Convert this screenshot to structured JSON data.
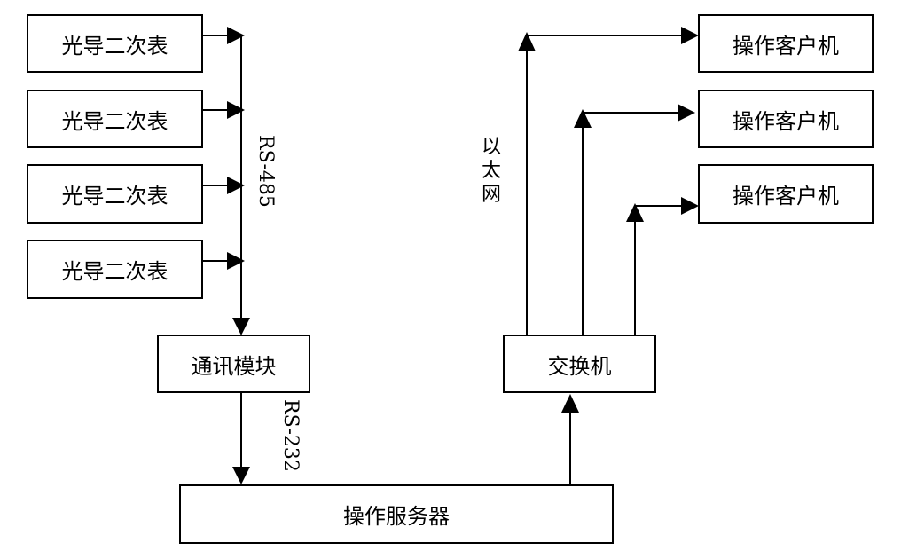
{
  "sensors": [
    {
      "label": "光导二次表"
    },
    {
      "label": "光导二次表"
    },
    {
      "label": "光导二次表"
    },
    {
      "label": "光导二次表"
    }
  ],
  "comm_module": {
    "label": "通讯模块"
  },
  "server": {
    "label": "操作服务器"
  },
  "switch": {
    "label": "交换机"
  },
  "clients": [
    {
      "label": "操作客户机"
    },
    {
      "label": "操作客户机"
    },
    {
      "label": "操作客户机"
    }
  ],
  "links": {
    "rs485": "RS-485",
    "rs232": "RS-232",
    "ethernet": "以太网"
  },
  "colors": {
    "line": "#000000",
    "background": "#ffffff"
  }
}
